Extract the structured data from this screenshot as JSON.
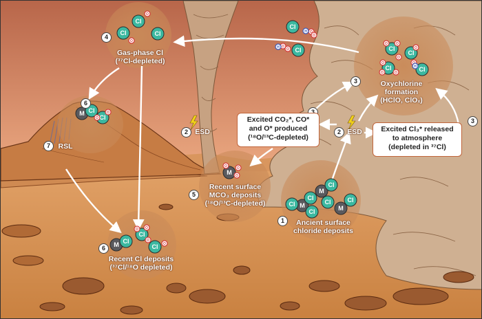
{
  "labels": {
    "gas_phase": {
      "num": "4",
      "line1": "Gas-phase Cl",
      "line2": "(³⁷Cl-depleted)"
    },
    "oxychlorine": {
      "num": "3",
      "line1": "Oxychlorine",
      "line2": "formation",
      "line3": "(HClO, ClOₓ)"
    },
    "esd_left": {
      "num": "2",
      "text": "ESD"
    },
    "esd_right": {
      "num": "2",
      "text": "ESD"
    },
    "excited_co2": {
      "num": "3",
      "line1": "Excited CO₂*, CO*",
      "line2": "and O* produced",
      "line3": "(¹⁸O/¹³C-depleted)"
    },
    "excited_cl": {
      "num": "3",
      "line1": "Excited Cl₃* released",
      "line2": "to atmosphere",
      "line3": "(depleted in ³⁷Cl)"
    },
    "mco3": {
      "num": "5",
      "line1": "Recent surface",
      "line2": "MCO₃ deposits",
      "line3": "(¹⁸O/¹³C-depleted)"
    },
    "ancient": {
      "num": "1",
      "line1": "Ancient surface",
      "line2": "chloride deposits"
    },
    "recent_cl": {
      "num": "6",
      "line1": "Recent Cl deposits",
      "line2": "(³⁷Cl/¹⁸O depleted)"
    },
    "rsl": {
      "num": "7",
      "text": "RSL"
    },
    "volcano_num": "6"
  },
  "atoms": {
    "cl": "Cl",
    "m": "M",
    "o": "O",
    "h": "H"
  },
  "colors": {
    "sky_top": "#b8664a",
    "sky_bottom": "#e8a27a",
    "ground": "#d38a4e",
    "dust": "#c9a383",
    "cl_atom": "#3cb8a0",
    "m_atom": "#5a5a5e",
    "o_atom": "#d63a3a",
    "h_atom": "#3b58b8",
    "arrow": "#ffffff",
    "box_border": "#c0643a"
  }
}
